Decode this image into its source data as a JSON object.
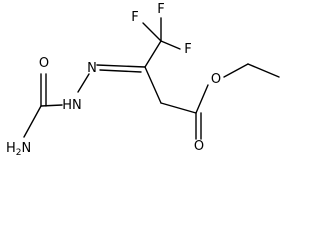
{
  "molecule": {
    "atom_labels": {
      "f_top_left": "F",
      "f_top_mid": "F",
      "f_right": "F",
      "o_carbonyl_urea": "O",
      "hn_hydrazine": "HN",
      "n_imine": "N",
      "h2n_amide": "H",
      "h2n_sub": "2",
      "h2n_n": "N",
      "o_ester": "O",
      "o_carbonyl_ester": "O"
    },
    "colors": {
      "bond": "#000000",
      "text": "#000000",
      "background": "#ffffff"
    }
  }
}
